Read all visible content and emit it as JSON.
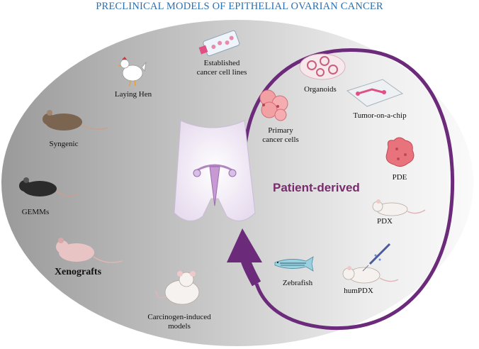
{
  "title": "PRECLINICAL MODELS OF EPITHELIAL OVARIAN CANCER",
  "labels": {
    "laying_hen": "Laying Hen",
    "established_1": "Established",
    "established_2": "cancer cell lines",
    "syngenic": "Syngenic",
    "gemms": "GEMMs",
    "xenografts": "Xenografts",
    "carcinogen_1": "Carcinogen-induced",
    "carcinogen_2": "models",
    "organoids": "Organoids",
    "tumor_on_chip": "Tumor-on-a-chip",
    "primary_1": "Primary",
    "primary_2": "cancer cells",
    "pde": "PDE",
    "patient_derived": "Patient-derived",
    "pdx": "PDX",
    "zebrafish": "Zebrafish",
    "humpdx": "humPDX"
  },
  "colors": {
    "title": "#2a6fb0",
    "arrow": "#6b2a7a",
    "patient_derived": "#7a2a6e"
  },
  "icons": [
    "laying-hen-icon",
    "cell-culture-flask-icon",
    "mouse-icon",
    "black-mouse-icon",
    "nude-mouse-icon",
    "white-rat-icon",
    "organoid-dish-icon",
    "chip-icon",
    "primary-cells-icon",
    "pde-tissue-icon",
    "pdx-mouse-icon",
    "zebrafish-icon",
    "humpdx-mouse-icon",
    "female-pelvis-icon"
  ]
}
